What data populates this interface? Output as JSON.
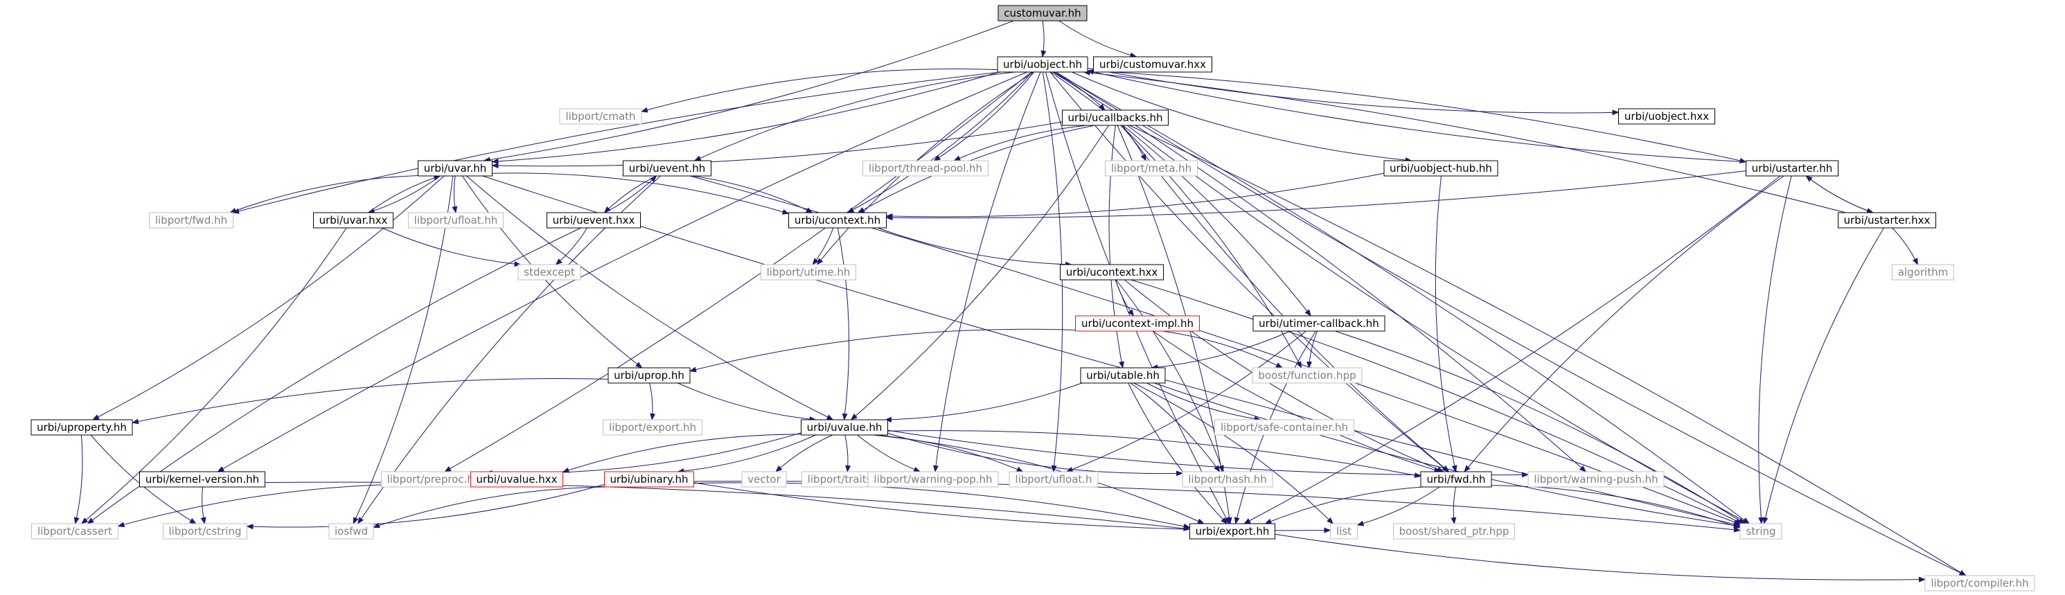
{
  "colors": {
    "edge": "#191970",
    "root_fill": "#bfbfbf",
    "node_border_doc": "#000000",
    "node_border_undoc": "#bfbfbf",
    "node_border_red": "#ff0000",
    "text_doc": "#000000",
    "text_undoc": "#808080"
  },
  "nodes": [
    {
      "id": "customuvar_hh",
      "label": "customuvar.hh",
      "kind": "root"
    },
    {
      "id": "uobject_hh",
      "label": "urbi/uobject.hh",
      "kind": "doc"
    },
    {
      "id": "customuvar_hxx",
      "label": "urbi/customuvar.hxx",
      "kind": "doc"
    },
    {
      "id": "cmath",
      "label": "libport/cmath",
      "kind": "undoc"
    },
    {
      "id": "ucallbacks_hh",
      "label": "urbi/ucallbacks.hh",
      "kind": "doc"
    },
    {
      "id": "uobject_hxx",
      "label": "urbi/uobject.hxx",
      "kind": "doc"
    },
    {
      "id": "uvar_hh",
      "label": "urbi/uvar.hh",
      "kind": "doc"
    },
    {
      "id": "uevent_hh",
      "label": "urbi/uevent.hh",
      "kind": "doc"
    },
    {
      "id": "thread_pool",
      "label": "libport/thread-pool.hh",
      "kind": "undoc"
    },
    {
      "id": "meta_hh",
      "label": "libport/meta.hh",
      "kind": "undoc"
    },
    {
      "id": "uobject_hub_hh",
      "label": "urbi/uobject-hub.hh",
      "kind": "doc"
    },
    {
      "id": "ustarter_hh",
      "label": "urbi/ustarter.hh",
      "kind": "doc"
    },
    {
      "id": "fwd_libport",
      "label": "libport/fwd.hh",
      "kind": "undoc"
    },
    {
      "id": "uvar_hxx",
      "label": "urbi/uvar.hxx",
      "kind": "doc"
    },
    {
      "id": "ufloat_hh",
      "label": "libport/ufloat.hh",
      "kind": "undoc"
    },
    {
      "id": "uevent_hxx",
      "label": "urbi/uevent.hxx",
      "kind": "doc"
    },
    {
      "id": "ucontext_hh",
      "label": "urbi/ucontext.hh",
      "kind": "doc"
    },
    {
      "id": "ustarter_hxx",
      "label": "urbi/ustarter.hxx",
      "kind": "doc"
    },
    {
      "id": "stdexcept",
      "label": "stdexcept",
      "kind": "undoc"
    },
    {
      "id": "utime_hh",
      "label": "libport/utime.hh",
      "kind": "undoc"
    },
    {
      "id": "ucontext_hxx",
      "label": "urbi/ucontext.hxx",
      "kind": "doc"
    },
    {
      "id": "algorithm",
      "label": "algorithm",
      "kind": "undoc"
    },
    {
      "id": "ucontext_impl",
      "label": "urbi/ucontext-impl.hh",
      "kind": "red"
    },
    {
      "id": "utimer_cb",
      "label": "urbi/utimer-callback.hh",
      "kind": "doc"
    },
    {
      "id": "uprop_hh",
      "label": "urbi/uprop.hh",
      "kind": "doc"
    },
    {
      "id": "utable_hh",
      "label": "urbi/utable.hh",
      "kind": "doc"
    },
    {
      "id": "boost_function",
      "label": "boost/function.hpp",
      "kind": "undoc"
    },
    {
      "id": "uproperty_hh",
      "label": "urbi/uproperty.hh",
      "kind": "doc"
    },
    {
      "id": "export_libport",
      "label": "libport/export.hh",
      "kind": "undoc"
    },
    {
      "id": "uvalue_hh",
      "label": "urbi/uvalue.hh",
      "kind": "doc"
    },
    {
      "id": "safe_container",
      "label": "libport/safe-container.hh",
      "kind": "undoc"
    },
    {
      "id": "kernel_version",
      "label": "urbi/kernel-version.hh",
      "kind": "doc"
    },
    {
      "id": "preproc_hh",
      "label": "libport/preproc.hh",
      "kind": "undoc"
    },
    {
      "id": "uvalue_hxx",
      "label": "urbi/uvalue.hxx",
      "kind": "red"
    },
    {
      "id": "ubinary_hh",
      "label": "urbi/ubinary.hh",
      "kind": "red"
    },
    {
      "id": "vector",
      "label": "vector",
      "kind": "undoc"
    },
    {
      "id": "traits_hh",
      "label": "libport/traits.hh",
      "kind": "undoc"
    },
    {
      "id": "warning_pop",
      "label": "libport/warning-pop.hh",
      "kind": "undoc"
    },
    {
      "id": "ufloat_h",
      "label": "libport/ufloat.h",
      "kind": "undoc"
    },
    {
      "id": "hash_hh",
      "label": "libport/hash.hh",
      "kind": "undoc"
    },
    {
      "id": "fwd_urbi",
      "label": "urbi/fwd.hh",
      "kind": "doc"
    },
    {
      "id": "warning_push",
      "label": "libport/warning-push.hh",
      "kind": "undoc"
    },
    {
      "id": "cassert",
      "label": "libport/cassert",
      "kind": "undoc"
    },
    {
      "id": "cstring",
      "label": "libport/cstring",
      "kind": "undoc"
    },
    {
      "id": "iosfwd",
      "label": "iosfwd",
      "kind": "undoc"
    },
    {
      "id": "export_urbi",
      "label": "urbi/export.hh",
      "kind": "doc"
    },
    {
      "id": "list",
      "label": "list",
      "kind": "undoc"
    },
    {
      "id": "shared_ptr",
      "label": "boost/shared_ptr.hpp",
      "kind": "undoc"
    },
    {
      "id": "string",
      "label": "string",
      "kind": "undoc"
    },
    {
      "id": "compiler_hh",
      "label": "libport/compiler.hh",
      "kind": "undoc"
    }
  ],
  "edges": [
    [
      "customuvar_hh",
      "uobject_hh"
    ],
    [
      "customuvar_hh",
      "customuvar_hxx"
    ],
    [
      "customuvar_hh",
      "uvar_hh"
    ],
    [
      "uobject_hh",
      "cmath"
    ],
    [
      "uobject_hh",
      "ucallbacks_hh"
    ],
    [
      "uobject_hh",
      "uobject_hxx"
    ],
    [
      "uobject_hh",
      "uvar_hh"
    ],
    [
      "uobject_hh",
      "uevent_hh"
    ],
    [
      "uobject_hh",
      "thread_pool"
    ],
    [
      "uobject_hh",
      "uobject_hub_hh"
    ],
    [
      "uobject_hh",
      "ustarter_hh"
    ],
    [
      "uobject_hh",
      "fwd_libport"
    ],
    [
      "uobject_hh",
      "ucontext_hh"
    ],
    [
      "uobject_hh",
      "utime_hh"
    ],
    [
      "uobject_hh",
      "utimer_cb"
    ],
    [
      "uobject_hh",
      "kernel_version"
    ],
    [
      "uobject_hh",
      "preproc_hh"
    ],
    [
      "uobject_hh",
      "warning_pop"
    ],
    [
      "uobject_hh",
      "ufloat_h"
    ],
    [
      "uobject_hh",
      "fwd_urbi"
    ],
    [
      "uobject_hh",
      "warning_push"
    ],
    [
      "uobject_hh",
      "export_urbi"
    ],
    [
      "uobject_hh",
      "string"
    ],
    [
      "uobject_hh",
      "compiler_hh"
    ],
    [
      "ucallbacks_hh",
      "uvar_hh"
    ],
    [
      "ucallbacks_hh",
      "thread_pool"
    ],
    [
      "ucallbacks_hh",
      "meta_hh"
    ],
    [
      "ucallbacks_hh",
      "ucontext_hh"
    ],
    [
      "ucallbacks_hh",
      "uvalue_hh"
    ],
    [
      "ucallbacks_hh",
      "utable_hh"
    ],
    [
      "ucallbacks_hh",
      "boost_function"
    ],
    [
      "ucallbacks_hh",
      "fwd_urbi"
    ],
    [
      "ucallbacks_hh",
      "export_urbi"
    ],
    [
      "ucallbacks_hh",
      "string"
    ],
    [
      "ucallbacks_hh",
      "compiler_hh"
    ],
    [
      "uvar_hh",
      "fwd_libport"
    ],
    [
      "uvar_hh",
      "uvar_hxx"
    ],
    [
      "uvar_hh",
      "ufloat_hh"
    ],
    [
      "uvar_hh",
      "ucontext_hh"
    ],
    [
      "uvar_hh",
      "uprop_hh"
    ],
    [
      "uvar_hh",
      "uproperty_hh"
    ],
    [
      "uvar_hh",
      "uvalue_hh"
    ],
    [
      "uvar_hh",
      "iosfwd"
    ],
    [
      "uvar_hh",
      "string"
    ],
    [
      "uvar_hxx",
      "uvar_hh"
    ],
    [
      "uvar_hxx",
      "stdexcept"
    ],
    [
      "uvar_hxx",
      "cassert"
    ],
    [
      "uevent_hh",
      "uevent_hxx"
    ],
    [
      "uevent_hh",
      "ucontext_hh"
    ],
    [
      "uevent_hh",
      "iosfwd"
    ],
    [
      "uevent_hh",
      "string"
    ],
    [
      "uevent_hxx",
      "uevent_hh"
    ],
    [
      "uevent_hxx",
      "stdexcept"
    ],
    [
      "uevent_hxx",
      "cassert"
    ],
    [
      "uobject_hub_hh",
      "ucontext_hh"
    ],
    [
      "uobject_hub_hh",
      "fwd_urbi"
    ],
    [
      "ustarter_hh",
      "uobject_hh"
    ],
    [
      "ustarter_hh",
      "ustarter_hxx"
    ],
    [
      "ustarter_hh",
      "ucontext_hh"
    ],
    [
      "ustarter_hh",
      "fwd_urbi"
    ],
    [
      "ustarter_hh",
      "export_urbi"
    ],
    [
      "ustarter_hh",
      "string"
    ],
    [
      "ustarter_hxx",
      "ustarter_hh"
    ],
    [
      "ustarter_hxx",
      "uobject_hh"
    ],
    [
      "ustarter_hxx",
      "algorithm"
    ],
    [
      "ustarter_hxx",
      "string"
    ],
    [
      "ucontext_hh",
      "utime_hh"
    ],
    [
      "ucontext_hh",
      "ucontext_hxx"
    ],
    [
      "ucontext_hh",
      "uvalue_hh"
    ],
    [
      "ucontext_hxx",
      "ucontext_impl"
    ],
    [
      "ucontext_hxx",
      "hash_hh"
    ],
    [
      "ucontext_hxx",
      "fwd_urbi"
    ],
    [
      "ucontext_hxx",
      "string"
    ],
    [
      "ucontext_impl",
      "uprop_hh"
    ],
    [
      "ucontext_impl",
      "boost_function"
    ],
    [
      "ucontext_impl",
      "fwd_urbi"
    ],
    [
      "utimer_cb",
      "utable_hh"
    ],
    [
      "utimer_cb",
      "boost_function"
    ],
    [
      "utimer_cb",
      "ufloat_h"
    ],
    [
      "utimer_cb",
      "export_urbi"
    ],
    [
      "utimer_cb",
      "string"
    ],
    [
      "uprop_hh",
      "uproperty_hh"
    ],
    [
      "uprop_hh",
      "export_libport"
    ],
    [
      "uprop_hh",
      "uvalue_hh"
    ],
    [
      "utable_hh",
      "uvalue_hh"
    ],
    [
      "utable_hh",
      "safe_container"
    ],
    [
      "utable_hh",
      "hash_hh"
    ],
    [
      "utable_hh",
      "export_urbi"
    ],
    [
      "utable_hh",
      "list"
    ],
    [
      "utable_hh",
      "string"
    ],
    [
      "uproperty_hh",
      "cassert"
    ],
    [
      "uproperty_hh",
      "cstring"
    ],
    [
      "uvalue_hh",
      "preproc_hh"
    ],
    [
      "uvalue_hh",
      "uvalue_hxx"
    ],
    [
      "uvalue_hh",
      "ubinary_hh"
    ],
    [
      "uvalue_hh",
      "vector"
    ],
    [
      "uvalue_hh",
      "traits_hh"
    ],
    [
      "uvalue_hh",
      "warning_pop"
    ],
    [
      "uvalue_hh",
      "ufloat_h"
    ],
    [
      "uvalue_hh",
      "hash_hh"
    ],
    [
      "uvalue_hh",
      "fwd_urbi"
    ],
    [
      "uvalue_hh",
      "warning_push"
    ],
    [
      "uvalue_hh",
      "export_urbi"
    ],
    [
      "kernel_version",
      "cstring"
    ],
    [
      "kernel_version",
      "export_urbi"
    ],
    [
      "uvalue_hxx",
      "cassert"
    ],
    [
      "ubinary_hh",
      "cstring"
    ],
    [
      "ubinary_hh",
      "iosfwd"
    ],
    [
      "ubinary_hh",
      "export_urbi"
    ],
    [
      "ubinary_hh",
      "list"
    ],
    [
      "ubinary_hh",
      "string"
    ],
    [
      "fwd_urbi",
      "export_urbi"
    ],
    [
      "fwd_urbi",
      "list"
    ],
    [
      "fwd_urbi",
      "shared_ptr"
    ],
    [
      "fwd_urbi",
      "string"
    ],
    [
      "export_urbi",
      "compiler_hh"
    ]
  ]
}
